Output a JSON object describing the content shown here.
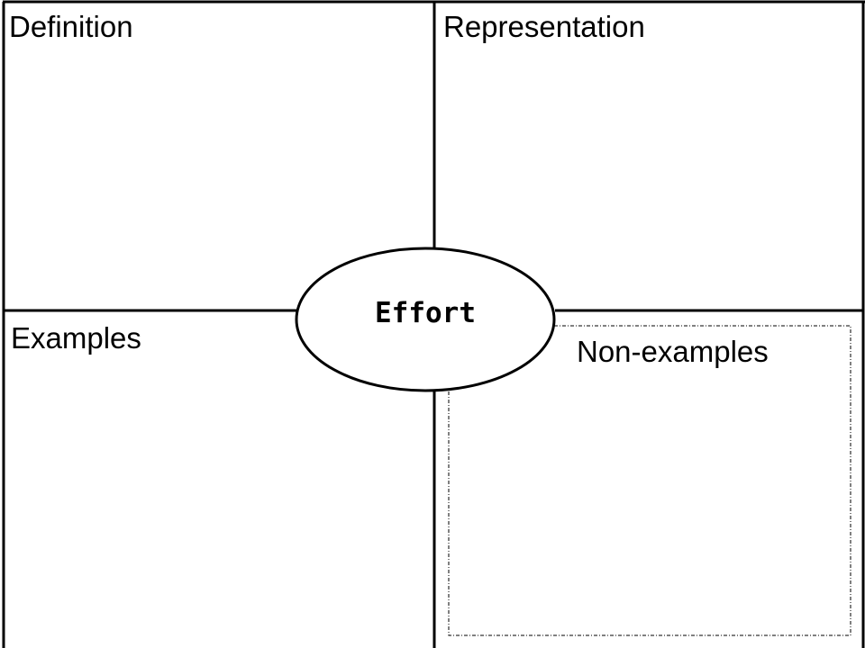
{
  "center_term": "Effort",
  "quadrants": {
    "top_left": "Definition",
    "top_right": "Representation",
    "bottom_left": "Examples",
    "bottom_right": "Non-examples"
  },
  "colors": {
    "line": "#000000",
    "background": "#ffffff"
  }
}
